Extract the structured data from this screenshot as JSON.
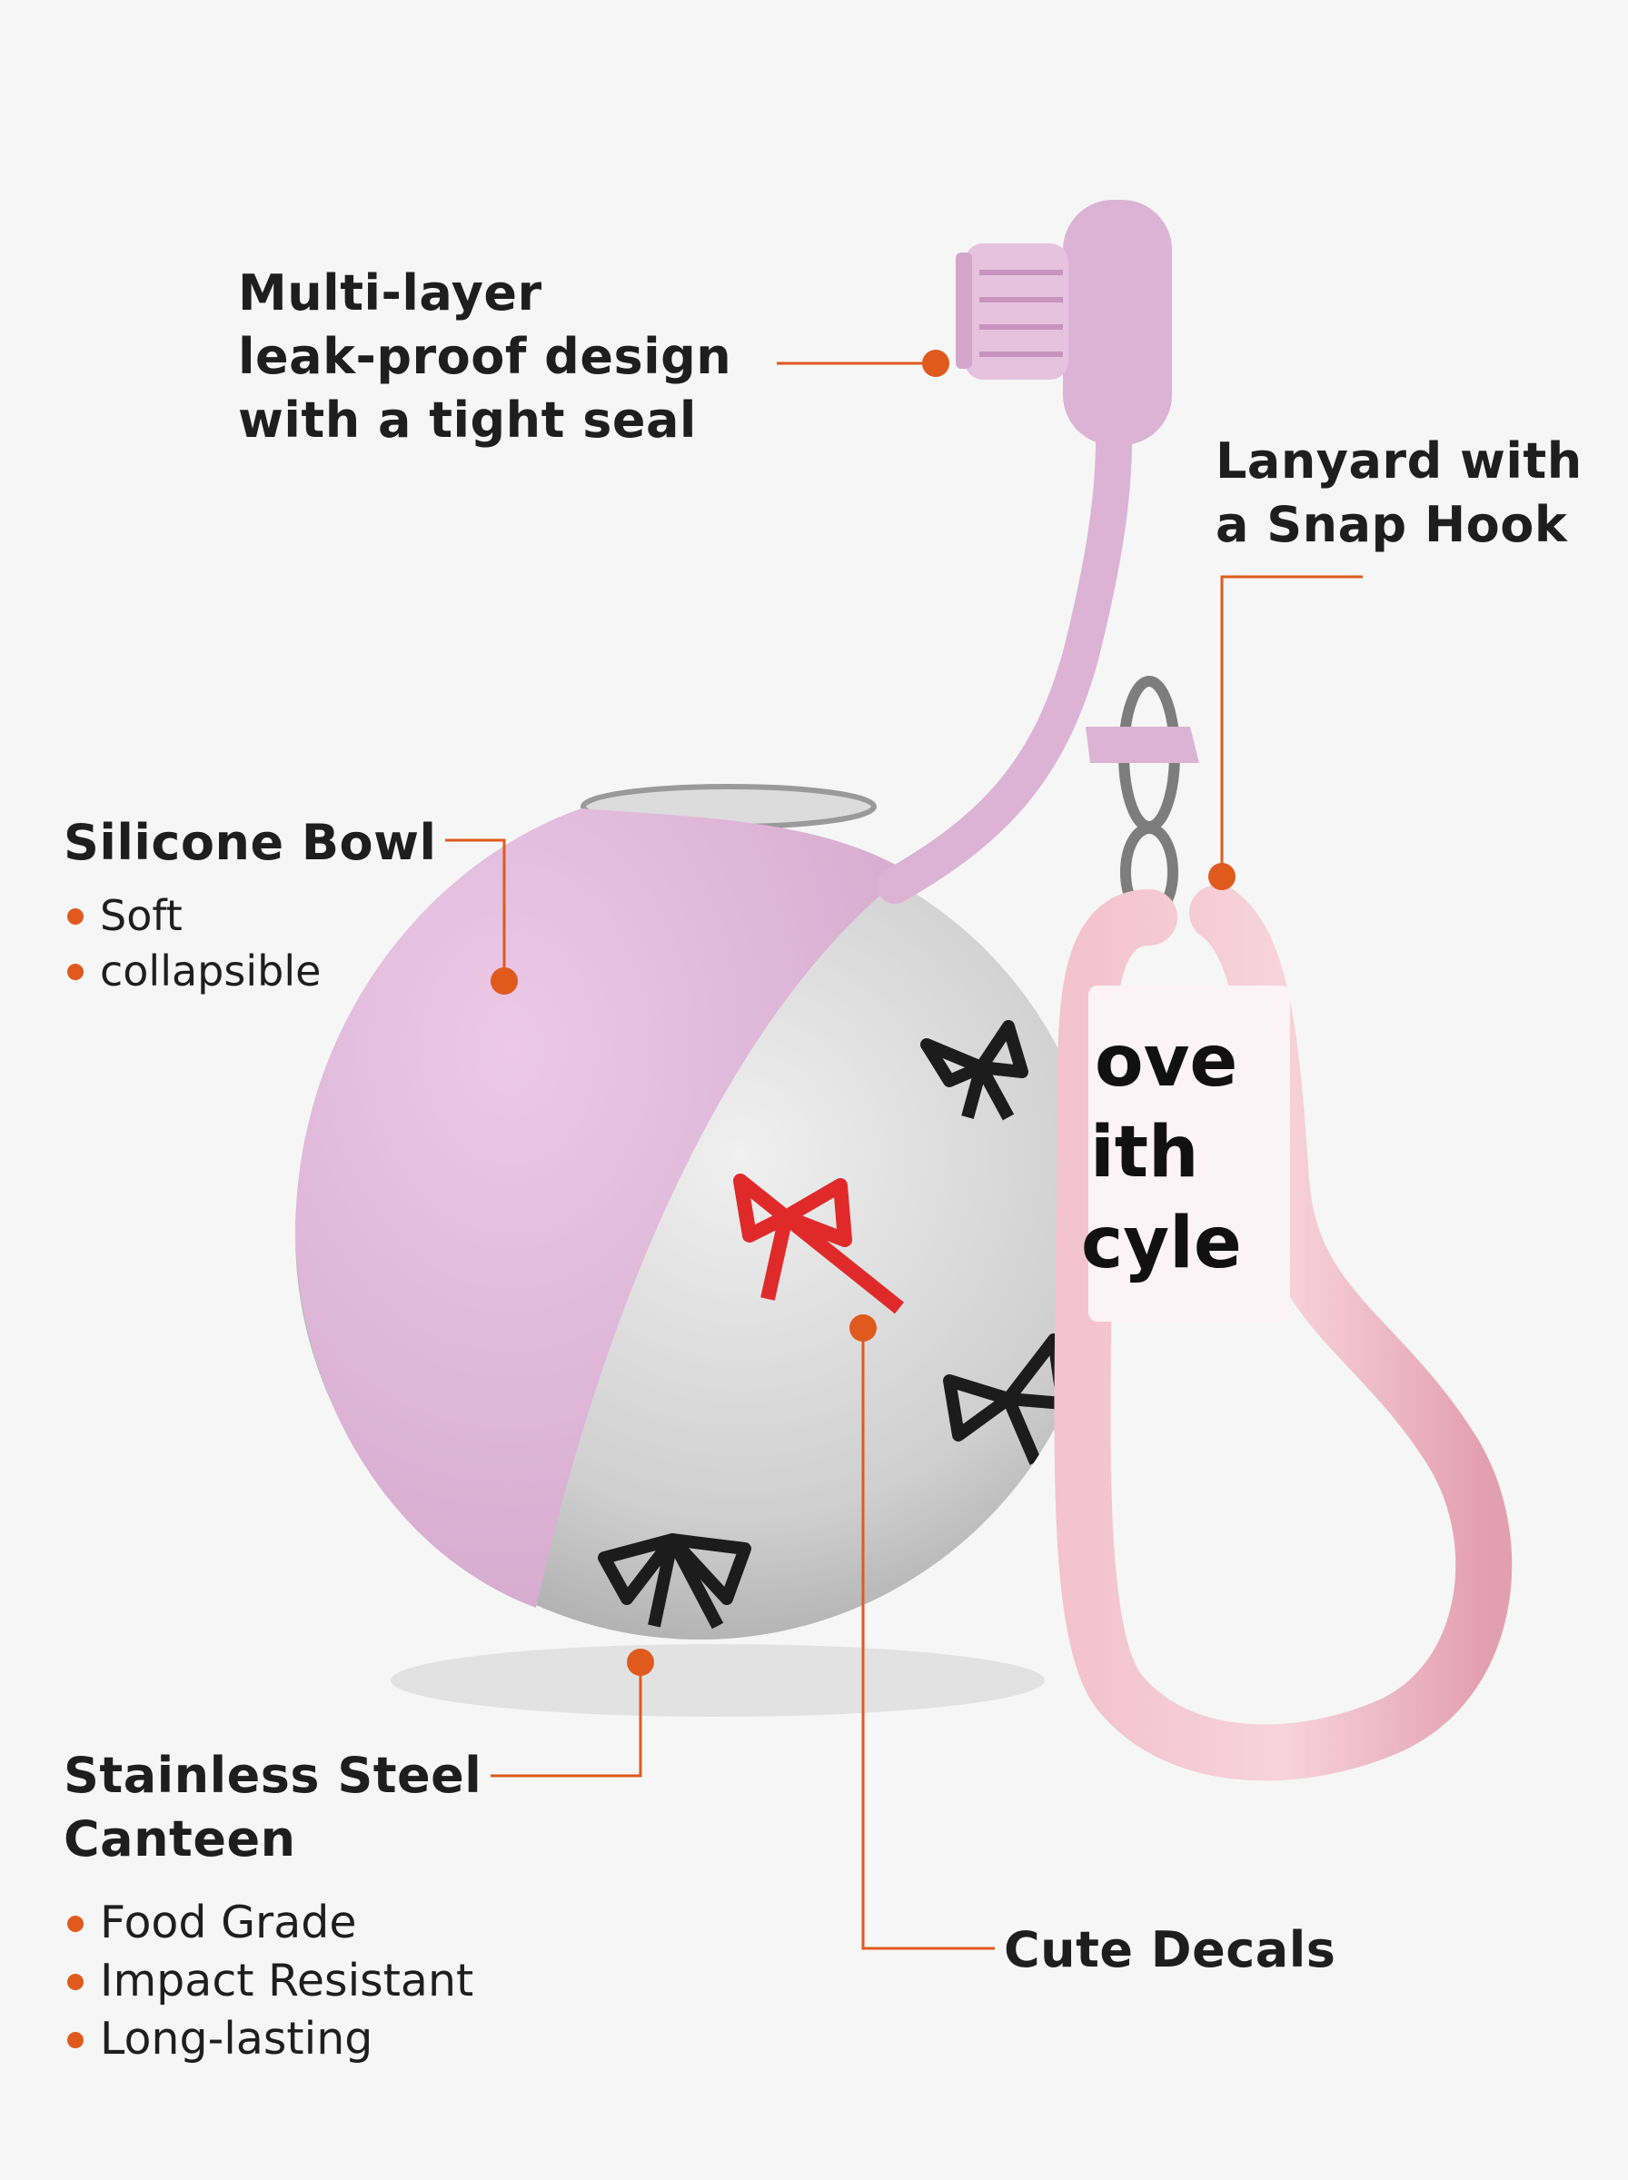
{
  "callouts": {
    "leak_proof": {
      "lines": [
        "Multi-layer",
        "leak-proof design",
        "with a tight seal"
      ]
    },
    "lanyard": {
      "lines": [
        "Lanyard with",
        "a Snap Hook"
      ]
    },
    "silicone_bowl": {
      "title": "Silicone Bowl",
      "bullets": [
        "Soft",
        "collapsible"
      ]
    },
    "stainless_steel": {
      "title_lines": [
        "Stainless Steel",
        "Canteen"
      ],
      "bullets": [
        "Food Grade",
        "Impact Resistant",
        "Long-lasting"
      ]
    },
    "decals": {
      "title": "Cute Decals"
    }
  },
  "strap_tag": {
    "lines": [
      "ove",
      "ith",
      "cyle"
    ]
  },
  "colors": {
    "accent": "#e05a1e",
    "silicone_pink": "#e6c2df",
    "strap_pink": "#efb4c4",
    "steel": "#c9c9c9",
    "bow_red": "#e02a2a",
    "bow_black": "#1c1c1c"
  }
}
